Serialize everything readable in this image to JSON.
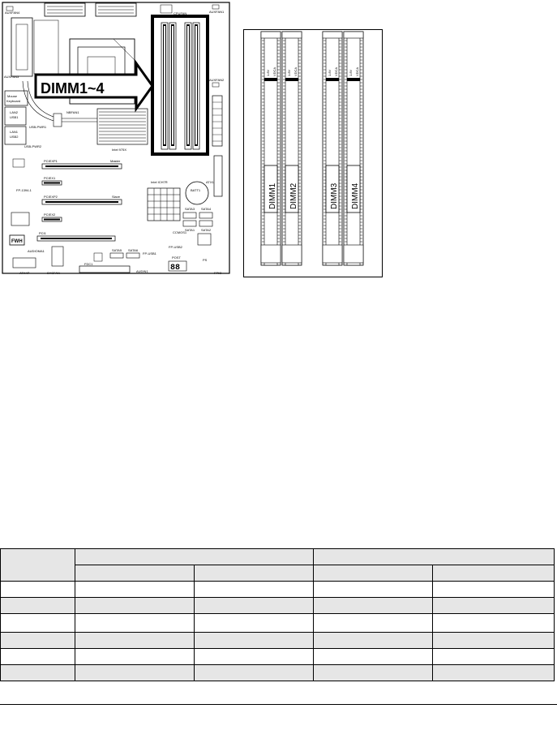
{
  "board": {
    "callout": "DIMM1~4",
    "labels": {
      "auxfan4": "AUXFAN4",
      "auxfan1": "AUXFAN1",
      "auxfan2": "AUXFAN2",
      "auxfan3": "AUXFAN3",
      "cpufan": "CPUFAN",
      "mouse": "Mouse",
      "keyboard": "Keyboard",
      "lan2": "LAN2",
      "usb1": "USB1",
      "lan1": "LAN1",
      "usb2": "USB2",
      "usb_pwr1": "USB-PWR1",
      "usb_pwr2": "USB-PWR2",
      "nbfan1": "NBFAN1",
      "intel_975x": "Intel 975X",
      "pciexp1": "PCIEXP1",
      "pciexp2": "PCIEXP2",
      "master": "Master",
      "slave": "Slave",
      "pciex1": "PCIEX1",
      "pciex2": "PCIEX2",
      "pci1": "PCI1",
      "fp1394": "FP-1394-1",
      "intel_ich7r": "Intel ICH7R",
      "batt1": "BATT1",
      "sata1": "SATA1",
      "sata2": "SATA2",
      "sata3": "SATA3",
      "sata4": "SATA4",
      "sata5": "SATA5",
      "sata6": "SATA6",
      "ccmos1": "CCMOS1",
      "fwh": "FWH",
      "audio": "AUDIOMA1",
      "atx4p": "ATX4P",
      "sysfan": "SYSFAN",
      "fdc1": "FDC1",
      "audin1": "AUDIN1",
      "fp_usb1": "FP-USB1",
      "fp_usb2": "FP-USB2",
      "post": "POST",
      "post_digits": "88",
      "ps": "PS",
      "fpio": "FPIO",
      "atx1": "ATX1"
    }
  },
  "dimm_figure": {
    "slots": [
      "DIMM1",
      "DIMM2",
      "DIMM3",
      "DIMM4"
    ],
    "key_labels": [
      "1.8V",
      "VDCA"
    ]
  },
  "table": {
    "rows": [
      [
        "",
        "",
        "",
        "",
        "",
        ""
      ],
      [
        "",
        "",
        "",
        "",
        "",
        ""
      ],
      [
        "",
        "",
        "",
        "",
        "",
        ""
      ],
      [
        "",
        "",
        "",
        "",
        "",
        ""
      ],
      [
        "",
        "",
        "",
        "",
        "",
        ""
      ],
      [
        "",
        "",
        "",
        "",
        "",
        ""
      ],
      [
        "",
        "",
        "",
        "",
        "",
        ""
      ],
      [
        "",
        "",
        "",
        "",
        "",
        ""
      ]
    ]
  }
}
